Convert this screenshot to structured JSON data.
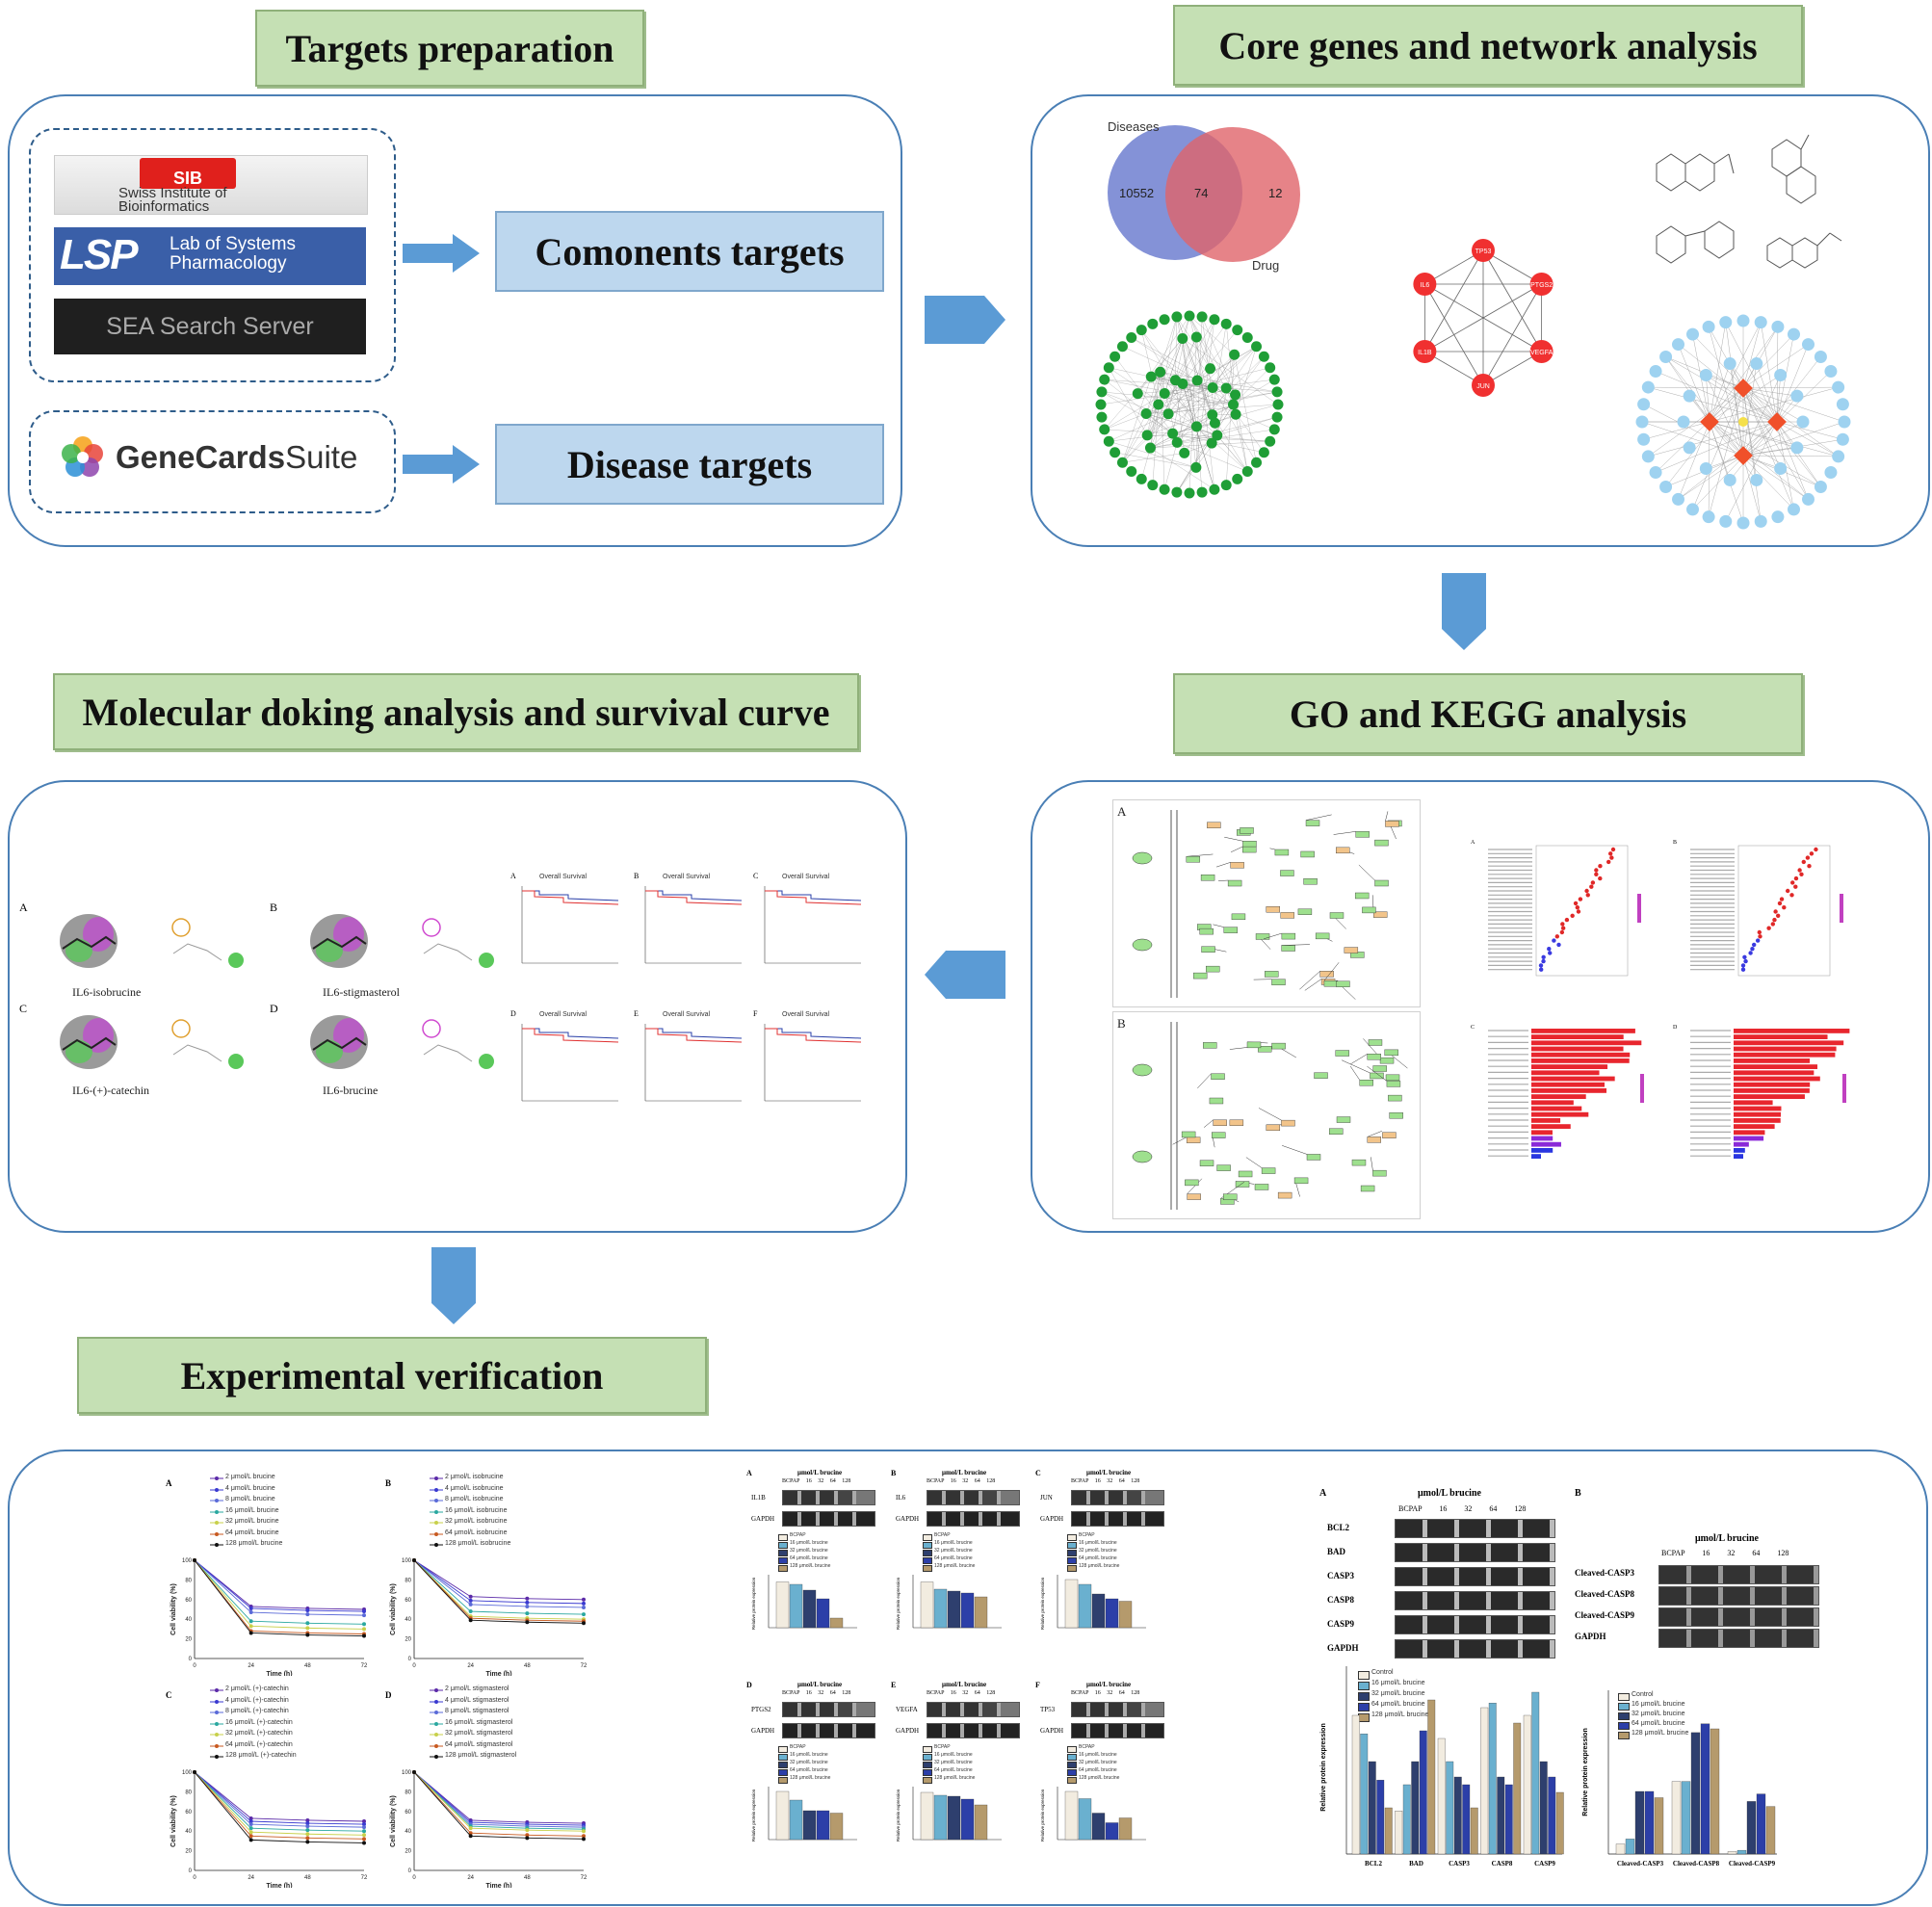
{
  "titles": {
    "targets_preparation": "Targets preparation",
    "core_genes": "Core genes and network analysis",
    "molecular_docking": "Molecular doking analysis and survival curve",
    "go_kegg": "GO and KEGG analysis",
    "experimental": "Experimental verification"
  },
  "databases": {
    "sib_line1": "Swiss Institute of",
    "sib_line2": "Bioinformatics",
    "sib_badge": "SIB",
    "lsp_logo": "LSP",
    "lsp_line1": "Lab of Systems",
    "lsp_line2": "Pharmacology",
    "sea": "SEA Search Server",
    "genecards_bold": "GeneCards",
    "genecards_light": "Suite"
  },
  "boxes": {
    "components_targets": "Comonents targets",
    "disease_targets": "Disease targets"
  },
  "venn": {
    "diseases_label": "Diseases",
    "drug_label": "Drug",
    "diseases_only": "10552",
    "overlap": "74",
    "drug_only": "12"
  },
  "hub_network": {
    "nodes": [
      "TP53",
      "PTGS2",
      "VEGFA",
      "JUN",
      "IL1B",
      "IL6"
    ]
  },
  "docking": {
    "panels": [
      {
        "letter": "A",
        "name": "IL6-isobrucine"
      },
      {
        "letter": "B",
        "name": "IL6-stigmasterol"
      },
      {
        "letter": "C",
        "name": "IL6-(+)-catechin"
      },
      {
        "letter": "D",
        "name": "IL6-brucine"
      }
    ],
    "survival_title": "Overall Survival",
    "survival_letters": [
      "A",
      "B",
      "C",
      "D",
      "E",
      "F"
    ]
  },
  "go_kegg_letters": [
    "A",
    "B",
    "A",
    "B",
    "C",
    "D"
  ],
  "experimental": {
    "viability": {
      "ylabel": "Cell viability (%)",
      "xlabel": "Time (h)",
      "x_ticks": [
        "0",
        "24",
        "48",
        "72"
      ],
      "y_ticks": [
        "0",
        "20",
        "40",
        "60",
        "80",
        "100"
      ],
      "panels": [
        {
          "letter": "A",
          "legend": [
            "2 μmol/L brucine",
            "4 μmol/L brucine",
            "8 μmol/L brucine",
            "16 μmol/L brucine",
            "32 μmol/L brucine",
            "64 μmol/L brucine",
            "128 μmol/L brucine"
          ]
        },
        {
          "letter": "B",
          "legend": [
            "2 μmol/L isobrucine",
            "4 μmol/L isobrucine",
            "8 μmol/L isobrucine",
            "16 μmol/L isobrucine",
            "32 μmol/L isobrucine",
            "64 μmol/L isobrucine",
            "128 μmol/L isobrucine"
          ]
        },
        {
          "letter": "C",
          "legend": [
            "2 μmol/L (+)-catechin",
            "4 μmol/L (+)-catechin",
            "8 μmol/L (+)-catechin",
            "16 μmol/L (+)-catechin",
            "32 μmol/L (+)-catechin",
            "64 μmol/L (+)-catechin",
            "128 μmol/L (+)-catechin"
          ]
        },
        {
          "letter": "D",
          "legend": [
            "2 μmol/L stigmasterol",
            "4 μmol/L stigmasterol",
            "8 μmol/L stigmasterol",
            "16 μmol/L stigmasterol",
            "32 μmol/L stigmasterol",
            "64 μmol/L stigmasterol",
            "128 μmol/L stigmasterol"
          ]
        }
      ]
    },
    "western_small": {
      "header": "μmol/L  brucine",
      "lanes": [
        "BCPAP",
        "16",
        "32",
        "64",
        "128"
      ],
      "control_label": "GAPDH",
      "panels": [
        {
          "letter": "A",
          "protein": "IL1B"
        },
        {
          "letter": "B",
          "protein": "IL6"
        },
        {
          "letter": "C",
          "protein": "JUN"
        },
        {
          "letter": "D",
          "protein": "PTGS2"
        },
        {
          "letter": "E",
          "protein": "VEGFA"
        },
        {
          "letter": "F",
          "protein": "TP53"
        }
      ],
      "legend": [
        "BCPAP",
        "16 μmol/L brucine",
        "32 μmol/L brucine",
        "64 μmol/L brucine",
        "128 μmol/L brucine"
      ],
      "ylabel": "Relative protein expression"
    },
    "western_apoptosis_a": {
      "letter": "A",
      "header": "μmol/L  brucine",
      "lanes": [
        "BCPAP",
        "16",
        "32",
        "64",
        "128"
      ],
      "proteins": [
        "BCL2",
        "BAD",
        "CASP3",
        "CASP8",
        "CASP9",
        "GAPDH"
      ],
      "legend": [
        "Control",
        "16 μmol/L brucine",
        "32 μmol/L brucine",
        "64 μmol/L brucine",
        "128 μmol/L brucine"
      ],
      "ylabel": "Relative protein expression",
      "groups": [
        "BCL2",
        "BAD",
        "CASP3",
        "CASP8",
        "CASP9"
      ]
    },
    "western_apoptosis_b": {
      "letter": "B",
      "header": "μmol/L  brucine",
      "lanes": [
        "BCPAP",
        "16",
        "32",
        "64",
        "128"
      ],
      "proteins": [
        "Cleaved-CASP3",
        "Cleaved-CASP8",
        "Cleaved-CASP9",
        "GAPDH"
      ],
      "legend": [
        "Control",
        "16 μmol/L brucine",
        "32 μmol/L brucine",
        "64 μmol/L brucine",
        "128 μmol/L brucine"
      ],
      "ylabel": "Relative protein expression",
      "groups": [
        "Cleaved-CASP3",
        "Cleaved-CASP8",
        "Cleaved-CASP9"
      ]
    }
  },
  "colors": {
    "title_green": "#c5e0b4",
    "box_blue": "#bdd7ee",
    "arrow_blue": "#5b9bd5",
    "panel_border": "#4a7fb5",
    "venn_blue": "#6f7fd0",
    "venn_red": "#e0646a",
    "node_red": "#f03030",
    "node_green": "#1f9e36",
    "node_lightblue": "#9ed2f0",
    "bar_palette": [
      "#f2ece0",
      "#6ab0cf",
      "#2e3f6e",
      "#2c3fa8",
      "#b59a6c"
    ]
  }
}
